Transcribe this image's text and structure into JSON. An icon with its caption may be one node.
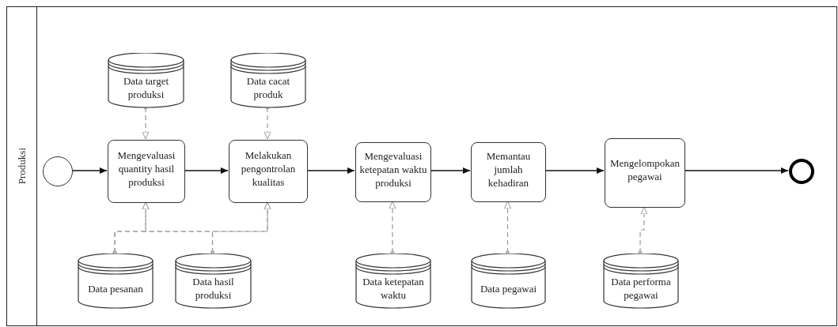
{
  "diagram": {
    "nodes": [
      {
        "text": [
          "Produksi"
        ]
      },
      {
        "text": [],
        "shape": "circle",
        "in": 0
      },
      {
        "text": [
          "Mengevaluasi quantity hasil produksi"
        ],
        "in": 0
      },
      {
        "text": [
          "Melakukan pengontrolan kualitas"
        ],
        "in": 0
      },
      {
        "text": [
          "Mengevaluasi ketepatan waktu produksi"
        ],
        "in": 0
      },
      {
        "text": [
          "Memantau jumlah kehadiran"
        ],
        "in": 0
      },
      {
        "text": [
          "Mengelompokan pegawai"
        ],
        "in": 0
      },
      {
        "text": [],
        "shape": "circle",
        "in": 0
      },
      {
        "text": [
          "Data target produksi"
        ],
        "in": 0
      },
      {
        "text": [
          "Data cacat produk"
        ],
        "in": 0
      },
      {
        "text": [
          "Data pesanan"
        ],
        "in": 0
      },
      {
        "text": [
          "Data hasil produksi"
        ],
        "in": 0
      },
      {
        "text": [
          "Data ketepatan waktu"
        ],
        "in": 0
      },
      {
        "text": [
          "Data pegawai"
        ],
        "in": 0
      },
      {
        "text": [
          "Data performa pegawai"
        ],
        "in": 0
      }
    ],
    "edges": [
      {
        "from": 1,
        "to": 2,
        "arrow": "to",
        "color": "#111111"
      },
      {
        "from": 2,
        "to": 3,
        "arrow": "to",
        "color": "#111111"
      },
      {
        "from": 3,
        "to": 4,
        "arrow": "to",
        "color": "#111111"
      },
      {
        "from": 4,
        "to": 5,
        "arrow": "to",
        "color": "#111111"
      },
      {
        "from": 5,
        "to": 6,
        "arrow": "to",
        "color": "#111111"
      },
      {
        "from": 6,
        "to": 7,
        "arrow": "to",
        "color": "#111111"
      },
      {
        "from": 8,
        "to": 2,
        "arrow": "to",
        "style": "dashed"
      },
      {
        "from": 9,
        "to": 3,
        "arrow": "to",
        "style": "dashed"
      },
      {
        "from": 10,
        "to": 2,
        "arrow": "to",
        "style": "dashed"
      },
      {
        "from": 10,
        "to": 3,
        "arrow": "to",
        "style": "dashed"
      },
      {
        "from": 11,
        "to": 2,
        "arrow": "to",
        "style": "dashed"
      },
      {
        "from": 11,
        "to": 3,
        "arrow": "to",
        "style": "dashed"
      },
      {
        "from": 12,
        "to": 4,
        "arrow": "to",
        "style": "dashed"
      },
      {
        "from": 13,
        "to": 5,
        "arrow": "to",
        "style": "dashed"
      },
      {
        "from": 14,
        "to": 6,
        "arrow": "to",
        "style": "dashed"
      }
    ]
  }
}
